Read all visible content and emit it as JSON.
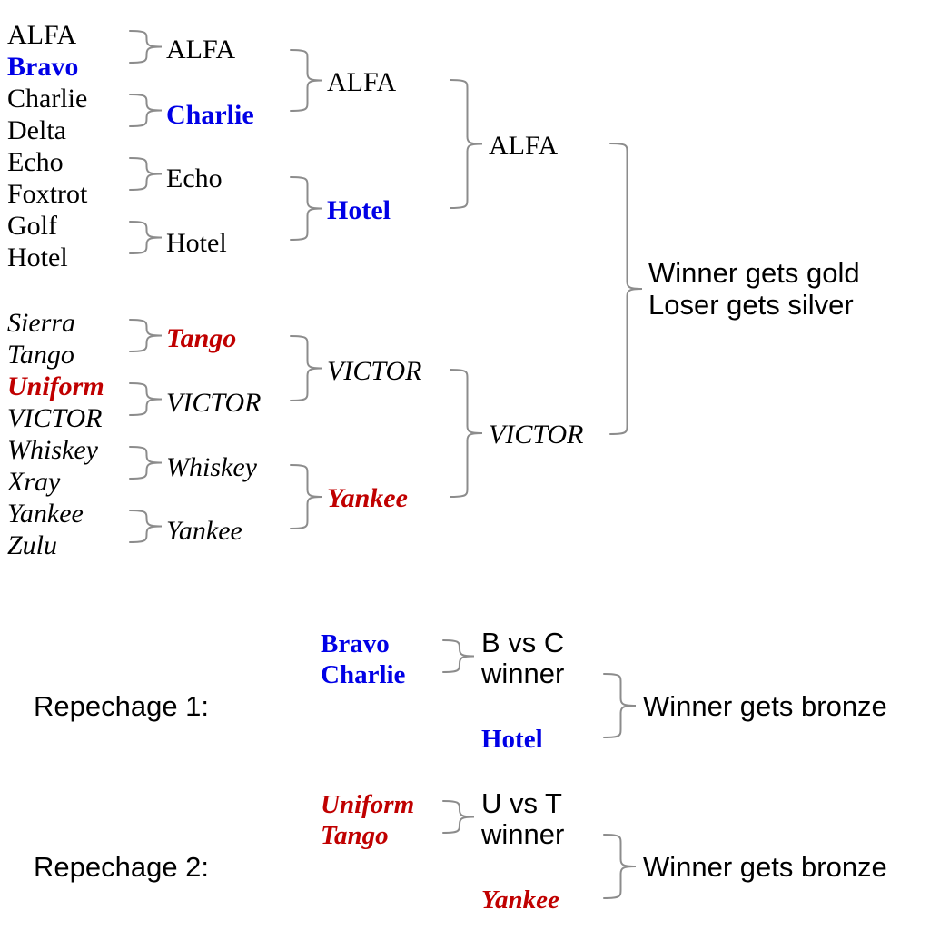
{
  "colors": {
    "text": "#000000",
    "blue": "#0000e6",
    "red": "#c00000",
    "brace": "#8c8c8c"
  },
  "main_bracket": {
    "upper": {
      "round1": [
        {
          "name": "ALFA",
          "style": "normal"
        },
        {
          "name": "Bravo",
          "style": "blue-bold"
        },
        {
          "name": "Charlie",
          "style": "normal"
        },
        {
          "name": "Delta",
          "style": "normal"
        },
        {
          "name": "Echo",
          "style": "normal"
        },
        {
          "name": "Foxtrot",
          "style": "normal"
        },
        {
          "name": "Golf",
          "style": "normal"
        },
        {
          "name": "Hotel",
          "style": "normal"
        }
      ],
      "round2": [
        {
          "name": "ALFA",
          "style": "normal"
        },
        {
          "name": "Charlie",
          "style": "blue-bold"
        },
        {
          "name": "Echo",
          "style": "normal"
        },
        {
          "name": "Hotel",
          "style": "normal"
        }
      ],
      "round3": [
        {
          "name": "ALFA",
          "style": "normal"
        },
        {
          "name": "Hotel",
          "style": "blue-bold"
        }
      ],
      "round4": [
        {
          "name": "ALFA",
          "style": "normal"
        }
      ]
    },
    "lower": {
      "round1": [
        {
          "name": "Sierra",
          "style": "italic"
        },
        {
          "name": "Tango",
          "style": "italic"
        },
        {
          "name": "Uniform",
          "style": "red-bold-italic"
        },
        {
          "name": "VICTOR",
          "style": "italic"
        },
        {
          "name": "Whiskey",
          "style": "italic"
        },
        {
          "name": "Xray",
          "style": "italic"
        },
        {
          "name": "Yankee",
          "style": "italic"
        },
        {
          "name": "Zulu",
          "style": "italic"
        }
      ],
      "round2": [
        {
          "name": "Tango",
          "style": "red-bold-italic"
        },
        {
          "name": "VICTOR",
          "style": "italic"
        },
        {
          "name": "Whiskey",
          "style": "italic"
        },
        {
          "name": "Yankee",
          "style": "italic"
        }
      ],
      "round3": [
        {
          "name": "VICTOR",
          "style": "italic"
        },
        {
          "name": "Yankee",
          "style": "red-bold-italic"
        }
      ],
      "round4": [
        {
          "name": "VICTOR",
          "style": "italic"
        }
      ]
    },
    "final_result": [
      "Winner gets gold",
      "Loser gets silver"
    ]
  },
  "repechages": [
    {
      "label": "Repechage 1:",
      "pair": [
        {
          "name": "Bravo",
          "style": "blue-bold"
        },
        {
          "name": "Charlie",
          "style": "blue-bold"
        }
      ],
      "pair_result": [
        "B vs C",
        "winner"
      ],
      "opponent": {
        "name": "Hotel",
        "style": "blue-bold"
      },
      "result": "Winner gets bronze"
    },
    {
      "label": "Repechage 2:",
      "pair": [
        {
          "name": "Uniform",
          "style": "red-bold-italic"
        },
        {
          "name": "Tango",
          "style": "red-bold-italic"
        }
      ],
      "pair_result": [
        "U vs T",
        "winner"
      ],
      "opponent": {
        "name": "Yankee",
        "style": "red-bold-italic"
      },
      "result": "Winner gets bronze"
    }
  ]
}
